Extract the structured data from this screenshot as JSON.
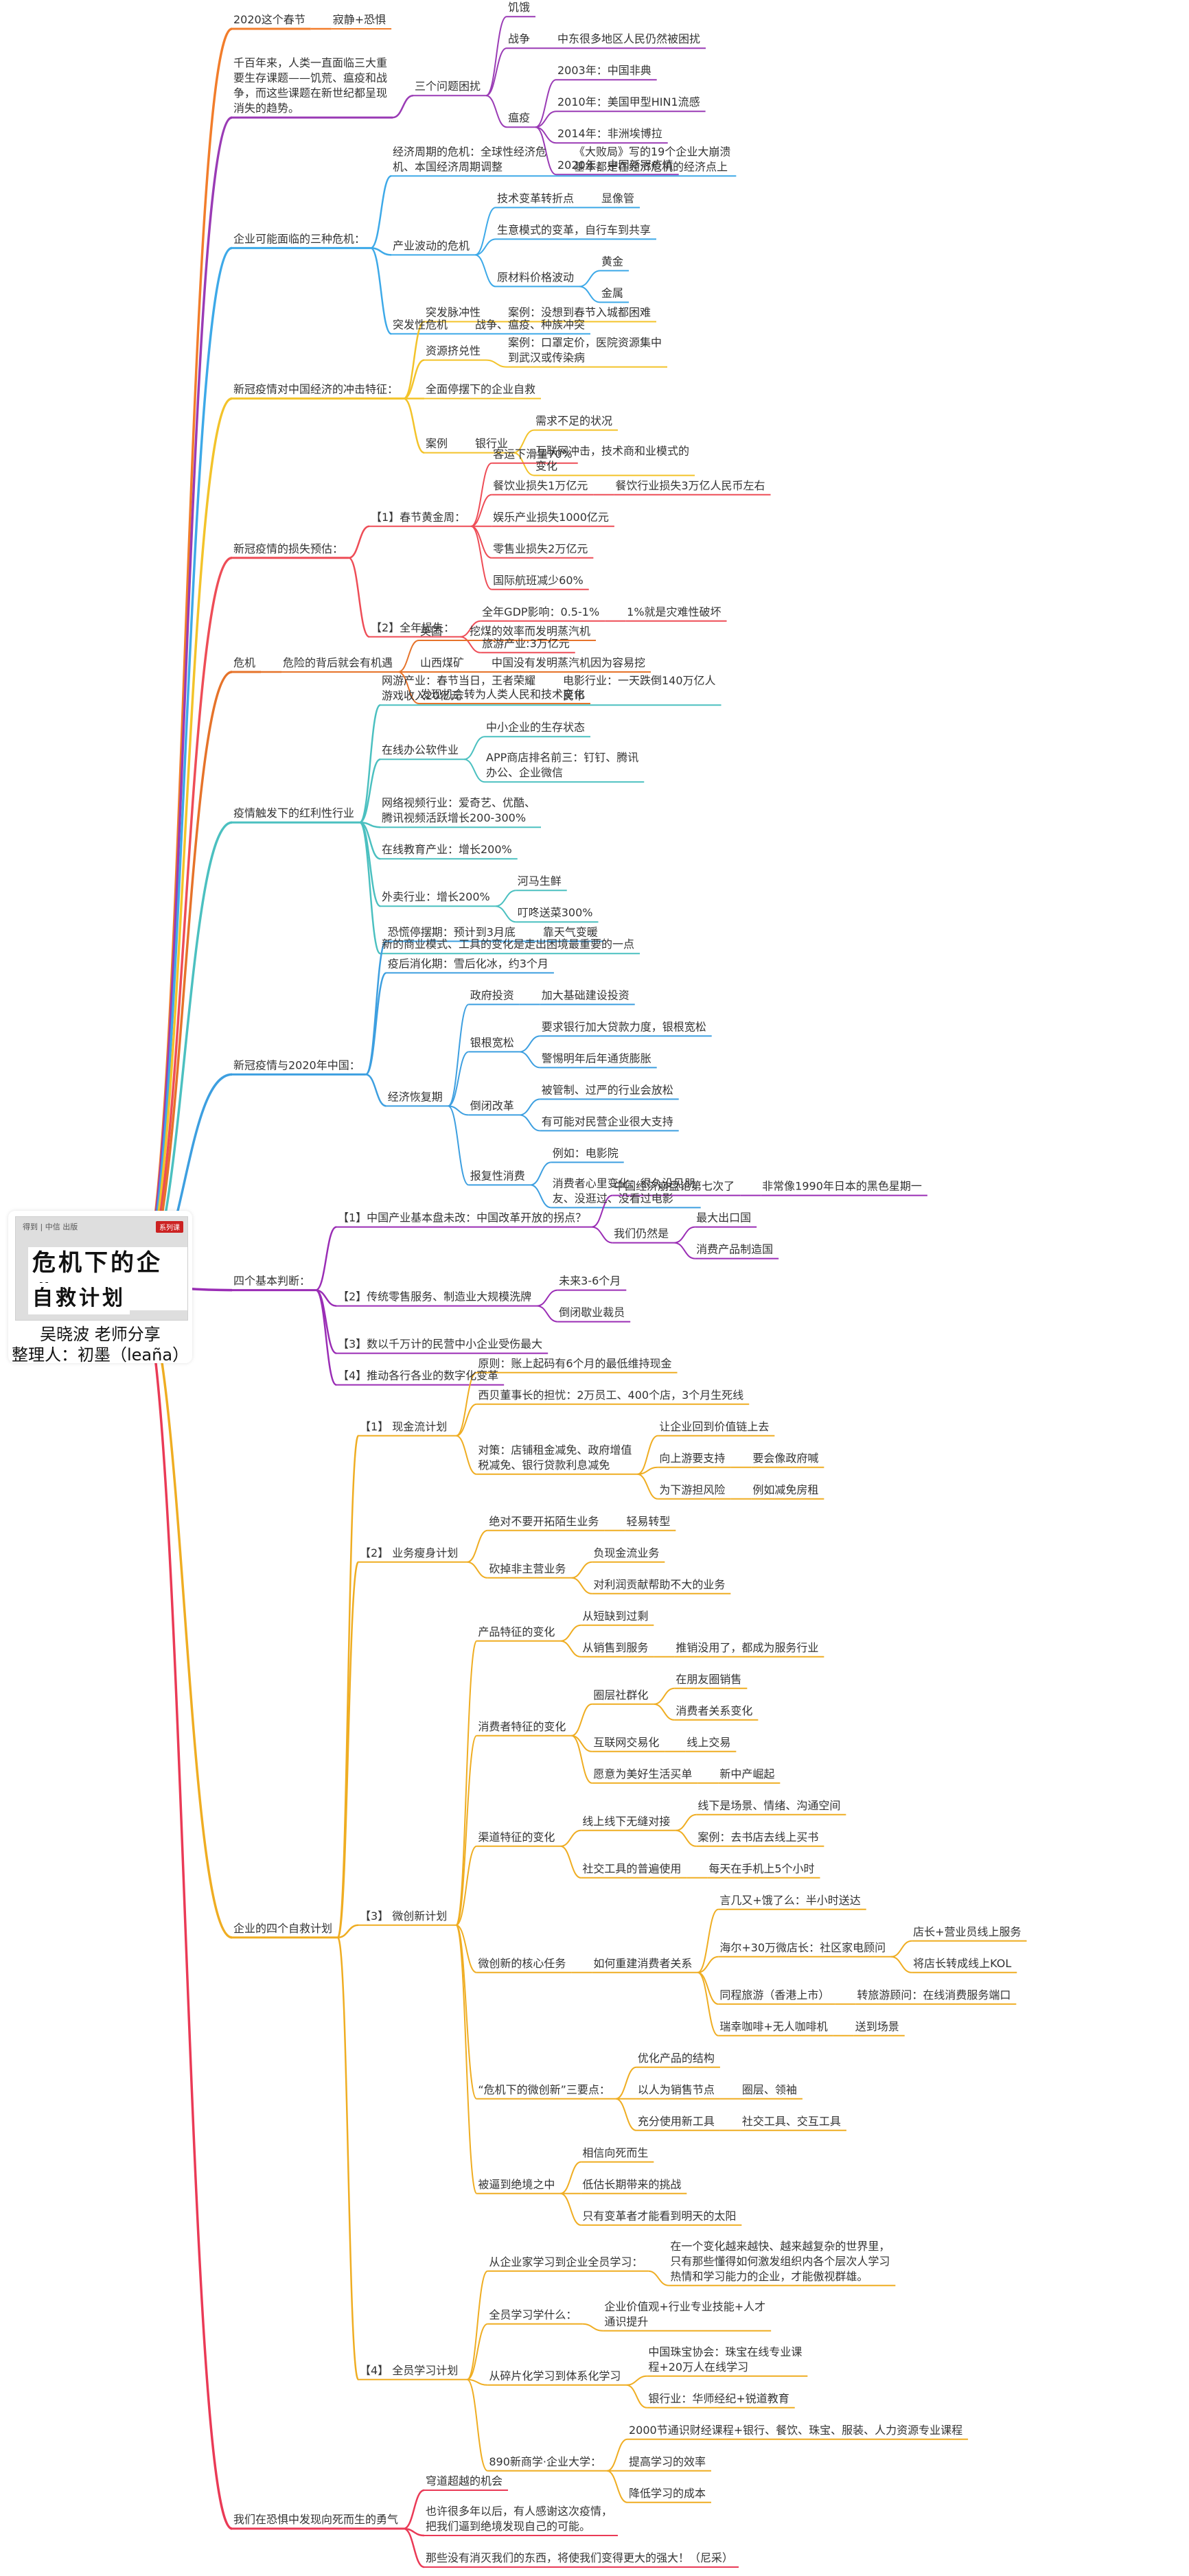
{
  "root": {
    "logo": "得到 | 中信 出版",
    "tag": "系列课",
    "title_line1": "危机下的企业",
    "title_line2": "自救计划",
    "speaker": "吴晓波 老师分享",
    "organizer": "整理人：初墨（leaña）"
  },
  "branches": [
    {
      "label": "2020这个春节",
      "color": "#f27d2b",
      "children": [
        {
          "label": "寂静+恐惧"
        }
      ]
    },
    {
      "label": "千百年来，人类一直面临三大重\n要生存课题——饥荒、瘟疫和战\n争，而这些课题在新世纪都呈现\n消失的趋势。",
      "color": "#9a3bb5",
      "children": [
        {
          "label": "三个问题困扰",
          "children": [
            {
              "label": "饥饿"
            },
            {
              "label": "战争",
              "children": [
                {
                  "label": "中东很多地区人民仍然被困扰"
                }
              ]
            },
            {
              "label": "瘟疫",
              "children": [
                {
                  "label": "2003年：中国非典"
                },
                {
                  "label": "2010年：美国甲型HIN1流感"
                },
                {
                  "label": "2014年：非洲埃博拉"
                },
                {
                  "label": "2020年：中国新冠疫情"
                }
              ]
            }
          ]
        }
      ]
    },
    {
      "label": "企业可能面临的三种危机：",
      "color": "#3da9e8",
      "children": [
        {
          "label": "经济周期的危机：全球性经济危\n机、本国经济周期调整",
          "children": [
            {
              "label": "《大败局》写的19个企业大崩溃\n基本都是在经济危机的经济点上"
            }
          ]
        },
        {
          "label": "产业波动的危机",
          "children": [
            {
              "label": "技术变革转折点",
              "children": [
                {
                  "label": "显像管"
                }
              ]
            },
            {
              "label": "生意模式的变革，自行车到共享"
            },
            {
              "label": "原材料价格波动",
              "children": [
                {
                  "label": "黄金"
                },
                {
                  "label": "金属"
                }
              ]
            }
          ]
        },
        {
          "label": "突发性危机",
          "children": [
            {
              "label": "战争、瘟疫、种族冲突"
            }
          ]
        }
      ]
    },
    {
      "label": "新冠疫情对中国经济的冲击特征：",
      "color": "#f3c32a",
      "children": [
        {
          "label": "突发脉冲性",
          "children": [
            {
              "label": "案例：没想到春节入城都困难"
            }
          ]
        },
        {
          "label": "资源挤兑性",
          "children": [
            {
              "label": "案例：口罩定价，医院资源集中\n到武汉或传染病"
            }
          ]
        },
        {
          "label": "全面停摆下的企业自救"
        },
        {
          "label": "案例",
          "children": [
            {
              "label": "银行业",
              "children": [
                {
                  "label": "需求不足的状况"
                },
                {
                  "label": "互联网冲击，技术商和业模式的\n变化"
                }
              ]
            }
          ]
        }
      ]
    },
    {
      "label": "新冠疫情的损失预估：",
      "color": "#ee4d57",
      "children": [
        {
          "label": "【1】春节黄金周：",
          "children": [
            {
              "label": "客运下滑量70%"
            },
            {
              "label": "餐饮业损失1万亿元",
              "children": [
                {
                  "label": "餐饮行业损失3万亿人民币左右"
                }
              ]
            },
            {
              "label": "娱乐产业损失1000亿元"
            },
            {
              "label": "零售业损失2万亿元"
            },
            {
              "label": "国际航班减少60%"
            }
          ]
        },
        {
          "label": "【2】全年损失：",
          "children": [
            {
              "label": "全年GDP影响：0.5-1%",
              "children": [
                {
                  "label": "1%就是灾难性破坏"
                }
              ]
            },
            {
              "label": "旅游产业:3万亿元"
            }
          ]
        }
      ]
    },
    {
      "label": "危机",
      "color": "#e6732a",
      "children": [
        {
          "label": "危险的背后就会有机遇",
          "children": [
            {
              "label": "英国",
              "children": [
                {
                  "label": "挖煤的效率而发明蒸汽机"
                }
              ]
            },
            {
              "label": "山西煤矿",
              "children": [
                {
                  "label": "中国没有发明蒸汽机因为容易挖"
                }
              ]
            },
            {
              "label": "发现机会转为人类人民和技术变化"
            }
          ]
        }
      ]
    },
    {
      "label": "疫情触发下的红利性行业",
      "color": "#4bc0c0",
      "children": [
        {
          "label": "网游产业：春节当日，王者荣耀\n游戏收入20亿元",
          "children": [
            {
              "label": "电影行业：一天跌倒140万亿人\n民币"
            }
          ]
        },
        {
          "label": "在线办公软件业",
          "children": [
            {
              "label": "中小企业的生存状态"
            },
            {
              "label": "APP商店排名前三：钉钉、腾讯\n办公、企业微信"
            }
          ]
        },
        {
          "label": "网络视频行业：爱奇艺、优酷、\n腾讯视频活跃增长200-300%"
        },
        {
          "label": "在线教育产业：增长200%"
        },
        {
          "label": "外卖行业：增长200%",
          "children": [
            {
              "label": "河马生鲜"
            },
            {
              "label": "叮咚送菜300%"
            }
          ]
        },
        {
          "label": "新的商业模式、工具的变化是走出困境最重要的一点"
        }
      ]
    },
    {
      "label": "新冠疫情与2020年中国：",
      "color": "#3d9fe0",
      "children": [
        {
          "label": "恐慌停摆期：预计到3月底",
          "children": [
            {
              "label": "靠天气变暖"
            }
          ]
        },
        {
          "label": "疫后消化期：雪后化冰，约3个月"
        },
        {
          "label": "经济恢复期",
          "children": [
            {
              "label": "政府投资",
              "children": [
                {
                  "label": "加大基础建设投资"
                }
              ]
            },
            {
              "label": "银根宽松",
              "children": [
                {
                  "label": "要求银行加大贷款力度，银根宽松"
                },
                {
                  "label": "警惕明年后年通货膨胀"
                }
              ]
            },
            {
              "label": "倒闭改革",
              "children": [
                {
                  "label": "被管制、过严的行业会放松"
                },
                {
                  "label": "有可能对民营企业很大支持"
                }
              ]
            },
            {
              "label": "报复性消费",
              "children": [
                {
                  "label": "例如：电影院"
                },
                {
                  "label": "消费者心里变化：很久没见朋\n友、没逛过、没看过电影"
                }
              ]
            }
          ]
        }
      ]
    },
    {
      "label": "四个基本判断：",
      "color": "#9a2db5",
      "children": [
        {
          "label": "【1】中国产业基本盘未改：中国改革开放的拐点？",
          "children": [
            {
              "label": "中国经济崩盘论第七次了",
              "children": [
                {
                  "label": "非常像1990年日本的黑色星期一"
                }
              ]
            },
            {
              "label": "我们仍然是",
              "children": [
                {
                  "label": "最大出口国"
                },
                {
                  "label": "消费产品制造国"
                }
              ]
            }
          ]
        },
        {
          "label": "【2】传统零售服务、制造业大规模洗牌",
          "children": [
            {
              "label": "未来3-6个月"
            },
            {
              "label": "倒闭歇业裁员"
            }
          ]
        },
        {
          "label": "【3】数以千万计的民营中小企业受伤最大"
        },
        {
          "label": "【4】推动各行各业的数字化变革"
        }
      ]
    },
    {
      "label": "企业的四个自救计划",
      "color": "#efad22",
      "children": [
        {
          "label": "【1】  现金流计划",
          "children": [
            {
              "label": "原则：账上起码有6个月的最低维持现金"
            },
            {
              "label": "西贝董事长的担忧：2万员工、400个店，3个月生死线"
            },
            {
              "label": "对策：店铺租金减免、政府增值\n税减免、银行贷款利息减免",
              "children": [
                {
                  "label": "让企业回到价值链上去"
                },
                {
                  "label": "向上游要支持",
                  "children": [
                    {
                      "label": "要会像政府喊"
                    }
                  ]
                },
                {
                  "label": "为下游担风险",
                  "children": [
                    {
                      "label": "例如减免房租"
                    }
                  ]
                }
              ]
            }
          ]
        },
        {
          "label": "【2】  业务瘦身计划",
          "children": [
            {
              "label": "绝对不要开拓陌生业务",
              "children": [
                {
                  "label": "轻易转型"
                }
              ]
            },
            {
              "label": "砍掉非主营业务",
              "children": [
                {
                  "label": "负现金流业务"
                },
                {
                  "label": "对利润贡献帮助不大的业务"
                }
              ]
            }
          ]
        },
        {
          "label": "【3】  微创新计划",
          "children": [
            {
              "label": "产品特征的变化",
              "children": [
                {
                  "label": "从短缺到过剩"
                },
                {
                  "label": "从销售到服务",
                  "children": [
                    {
                      "label": "推销没用了，都成为服务行业"
                    }
                  ]
                }
              ]
            },
            {
              "label": "消费者特征的变化",
              "children": [
                {
                  "label": "圈层社群化",
                  "children": [
                    {
                      "label": "在朋友圈销售"
                    },
                    {
                      "label": "消费者关系变化"
                    }
                  ]
                },
                {
                  "label": "互联网交易化",
                  "children": [
                    {
                      "label": "线上交易"
                    }
                  ]
                },
                {
                  "label": "愿意为美好生活买单",
                  "children": [
                    {
                      "label": "新中产崛起"
                    }
                  ]
                }
              ]
            },
            {
              "label": "渠道特征的变化",
              "children": [
                {
                  "label": "线上线下无缝对接",
                  "children": [
                    {
                      "label": "线下是场景、情绪、沟通空间"
                    },
                    {
                      "label": "案例：去书店去线上买书"
                    }
                  ]
                },
                {
                  "label": "社交工具的普遍使用",
                  "children": [
                    {
                      "label": "每天在手机上5个小时"
                    }
                  ]
                }
              ]
            },
            {
              "label": "微创新的核心任务",
              "children": [
                {
                  "label": "如何重建消费者关系",
                  "children": [
                    {
                      "label": "言几又+饿了么：半小时送达"
                    },
                    {
                      "label": "海尔+30万微店长：社区家电顾问",
                      "children": [
                        {
                          "label": "店长+营业员线上服务"
                        },
                        {
                          "label": "将店长转成线上KOL"
                        }
                      ]
                    },
                    {
                      "label": "同程旅游（香港上市）",
                      "children": [
                        {
                          "label": "转旅游顾问：在线消费服务端口"
                        }
                      ]
                    },
                    {
                      "label": "瑞幸咖啡+无人咖啡机",
                      "children": [
                        {
                          "label": "送到场景"
                        }
                      ]
                    }
                  ]
                }
              ]
            },
            {
              "label": "“危机下的微创新”三要点：",
              "children": [
                {
                  "label": "优化产品的结构"
                },
                {
                  "label": "以人为销售节点",
                  "children": [
                    {
                      "label": "圈层、领袖"
                    }
                  ]
                },
                {
                  "label": "充分使用新工具",
                  "children": [
                    {
                      "label": "社交工具、交互工具"
                    }
                  ]
                }
              ]
            },
            {
              "label": "被逼到绝境之中",
              "children": [
                {
                  "label": "相信向死而生"
                },
                {
                  "label": "低估长期带来的挑战"
                },
                {
                  "label": "只有变革者才能看到明天的太阳"
                }
              ]
            }
          ]
        },
        {
          "label": "【4】  全员学习计划",
          "children": [
            {
              "label": "从企业家学习到企业全员学习：",
              "children": [
                {
                  "label": "在一个变化越来越快、越来越复杂的世界里，\n只有那些懂得如何激发组织内各个层次人学习\n热情和学习能力的企业，才能傲视群雄。"
                }
              ]
            },
            {
              "label": "全员学习学什么：",
              "children": [
                {
                  "label": "企业价值观+行业专业技能+人才\n通识提升"
                }
              ]
            },
            {
              "label": "从碎片化学习到体系化学习",
              "children": [
                {
                  "label": "中国珠宝协会：珠宝在线专业课\n程+20万人在线学习"
                },
                {
                  "label": "银行业：华师经纪+锐道教育"
                }
              ]
            },
            {
              "label": "890新商学·企业大学：",
              "children": [
                {
                  "label": "2000节通识财经课程+银行、餐饮、珠宝、服装、人力资源专业课程"
                },
                {
                  "label": "提高学习的效率"
                },
                {
                  "label": "降低学习的成本"
                }
              ]
            }
          ]
        }
      ]
    },
    {
      "label": "我们在恐惧中发现向死而生的勇气",
      "color": "#ea3a56",
      "children": [
        {
          "label": "穹道超越的机会"
        },
        {
          "label": "也许很多年以后，有人感谢这次疫情，\n把我们逼到绝境发现自己的可能。"
        },
        {
          "label": "那些没有消灭我们的东西，将使我们变得更大的强大！（尼采）"
        }
      ]
    }
  ]
}
